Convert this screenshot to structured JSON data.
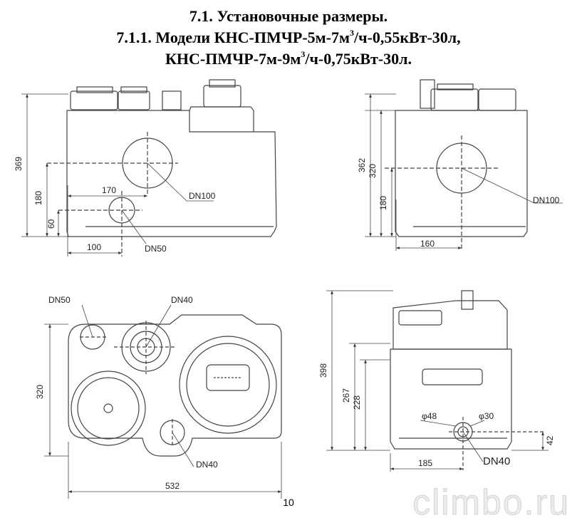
{
  "title": {
    "line1": "7.1. Установочные размеры.",
    "line2_pre": "7.1.1. Модели КНС-ПМЧР-5м-7м",
    "line2_sup": "3",
    "line2_post": "/ч-0,55кВт-30л,",
    "line3_pre": "КНС-ПМЧР-7м-9м",
    "line3_sup": "3",
    "line3_post": "/ч-0,75кВт-30л."
  },
  "views": {
    "front": {
      "h_total": "369",
      "h_inlet": "180",
      "h_outlet": "60",
      "w_inlet": "170",
      "w_outlet": "100",
      "inlet": "DN100",
      "outlet": "DN50"
    },
    "side": {
      "h_total": "362",
      "h_mid": "320",
      "h_inlet": "180",
      "w_inlet": "160",
      "inlet": "DN100"
    },
    "top": {
      "dn50": "DN50",
      "dn40_top": "DN40",
      "dn40_bottom": "DN40",
      "depth": "320",
      "width": "532"
    },
    "back": {
      "h_total": "398",
      "h_267": "267",
      "h_228": "228",
      "h_42": "42",
      "w_185": "185",
      "d48": "φ48",
      "d30": "φ30",
      "outlet": "DN40"
    }
  },
  "footer": {
    "page": "10",
    "watermark": "climbo.ru"
  }
}
